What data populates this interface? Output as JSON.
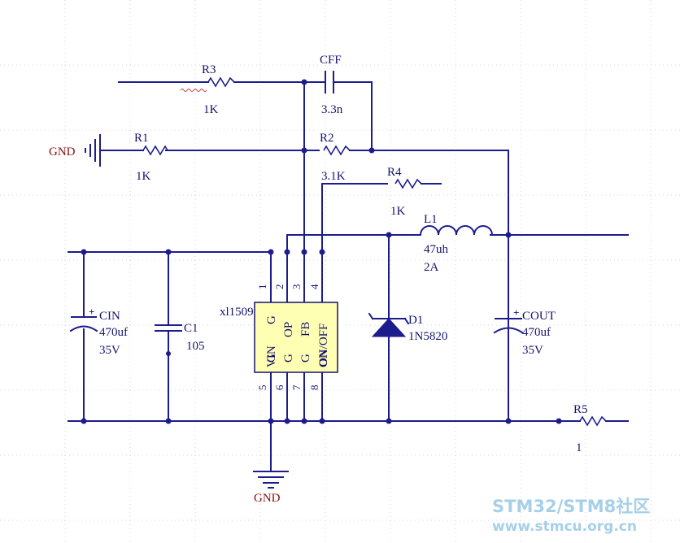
{
  "labels": {
    "r3": "R3",
    "r3_value": "1K",
    "cff": "CFF",
    "cff_value": "3.3n",
    "gnd_left": "GND",
    "r1": "R1",
    "r1_value": "1K",
    "r2": "R2",
    "r2_value": "3.1K",
    "r4": "R4",
    "r4_value": "1K",
    "l1": "L1",
    "l1_value": "47uh",
    "l1_current": "2A",
    "cin": "CIN",
    "cin_value": "470uf",
    "cin_voltage": "35V",
    "c1": "C1",
    "c1_value": "105",
    "ic": "xl1509",
    "d1": "D1",
    "d1_part": "1N5820",
    "cout": "COUT",
    "cout_value": "470uf",
    "cout_voltage": "35V",
    "r5": "R5",
    "r5_value": "1",
    "gnd_bottom": "GND",
    "pins_top": [
      "1",
      "2",
      "3",
      "4"
    ],
    "pins_bottom": [
      "5",
      "6",
      "7",
      "8"
    ],
    "chip_top": [
      "G",
      "VIN",
      "OP",
      "FB",
      "ON/OFF"
    ],
    "chip_bottom": [
      "G",
      "G",
      "G",
      "ON"
    ]
  },
  "watermark": {
    "line1": "STM32/STM8社区",
    "line2": "www.stmcu.org.cn"
  },
  "colors": {
    "wire": "#1c1c8c",
    "ground_label": "#8a0f0f",
    "watermark": "#a6cfe8"
  }
}
